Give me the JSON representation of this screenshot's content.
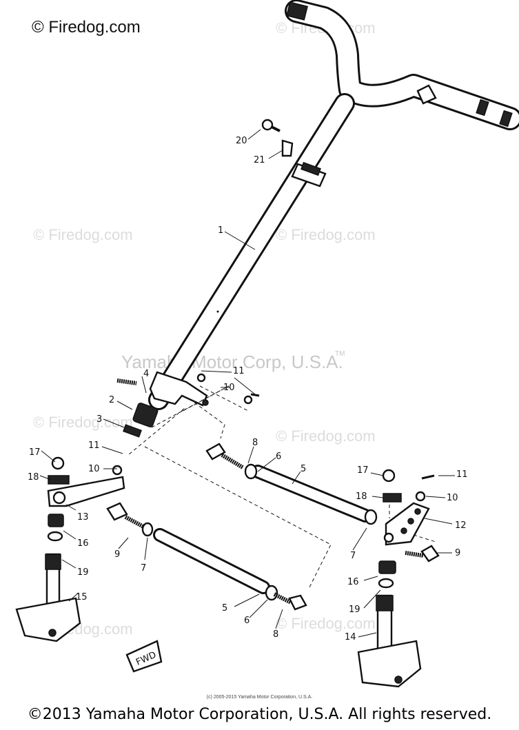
{
  "watermark_top": "© Firedog.com",
  "watermark_repeat": "© Firedog.com",
  "corp_watermark": "Yamaha Motor Corp, U.S.A.",
  "trademark": "TM",
  "fwd_label": "FWD",
  "copyright_small": "(c) 2005-2015 Yamaha Motor Corporation, U.S.A.",
  "copyright": "©2013 Yamaha Motor Corporation, U.S.A. All rights reserved.",
  "part_labels": {
    "p1": "1",
    "p2": "2",
    "p3": "3",
    "p4": "4",
    "p5a": "5",
    "p5b": "5",
    "p6a": "6",
    "p6b": "6",
    "p7a": "7",
    "p7b": "7",
    "p8a": "8",
    "p8b": "8",
    "p9a": "9",
    "p9b": "9",
    "p10a": "10",
    "p10b": "10",
    "p10c": "10",
    "p11a": "11",
    "p11b": "11",
    "p11c": "11",
    "p12": "12",
    "p13": "13",
    "p14": "14",
    "p15": "15",
    "p16a": "16",
    "p16b": "16",
    "p17a": "17",
    "p17b": "17",
    "p18a": "18",
    "p18b": "18",
    "p19a": "19",
    "p19b": "19",
    "p20": "20",
    "p21": "21"
  }
}
